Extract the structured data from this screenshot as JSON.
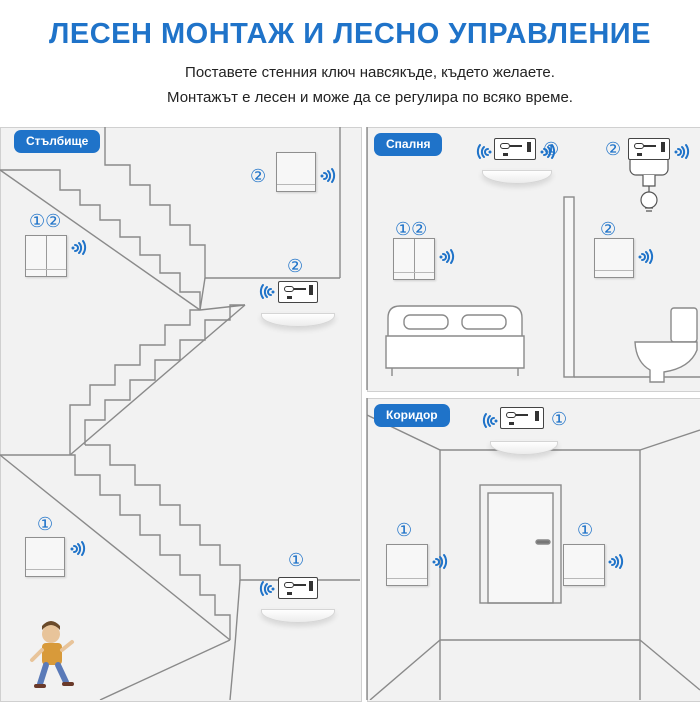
{
  "header": {
    "title": "ЛЕСЕН МОНТАЖ И ЛЕСНО УПРАВЛЕНИЕ",
    "line1": "Поставете стенния ключ навсякъде, където желаете.",
    "line2": "Монтажът е лесен и може да се регулира по всяко време."
  },
  "rooms": {
    "stairs": "Стълбище",
    "bedroom": "Спалня",
    "corridor": "Коридор"
  },
  "markers": {
    "one": "①",
    "two": "②",
    "one_two": "①②"
  },
  "colors": {
    "accent": "#1f73c9",
    "panel_bg": "#f2f2f2",
    "line": "#8a8a8a"
  },
  "icons": [
    "wifi-icon",
    "wall-switch-icon",
    "relay-controller-icon",
    "ceiling-lamp-icon",
    "light-bulb-icon",
    "toilet-icon",
    "bed-icon",
    "door-icon",
    "child-icon"
  ]
}
